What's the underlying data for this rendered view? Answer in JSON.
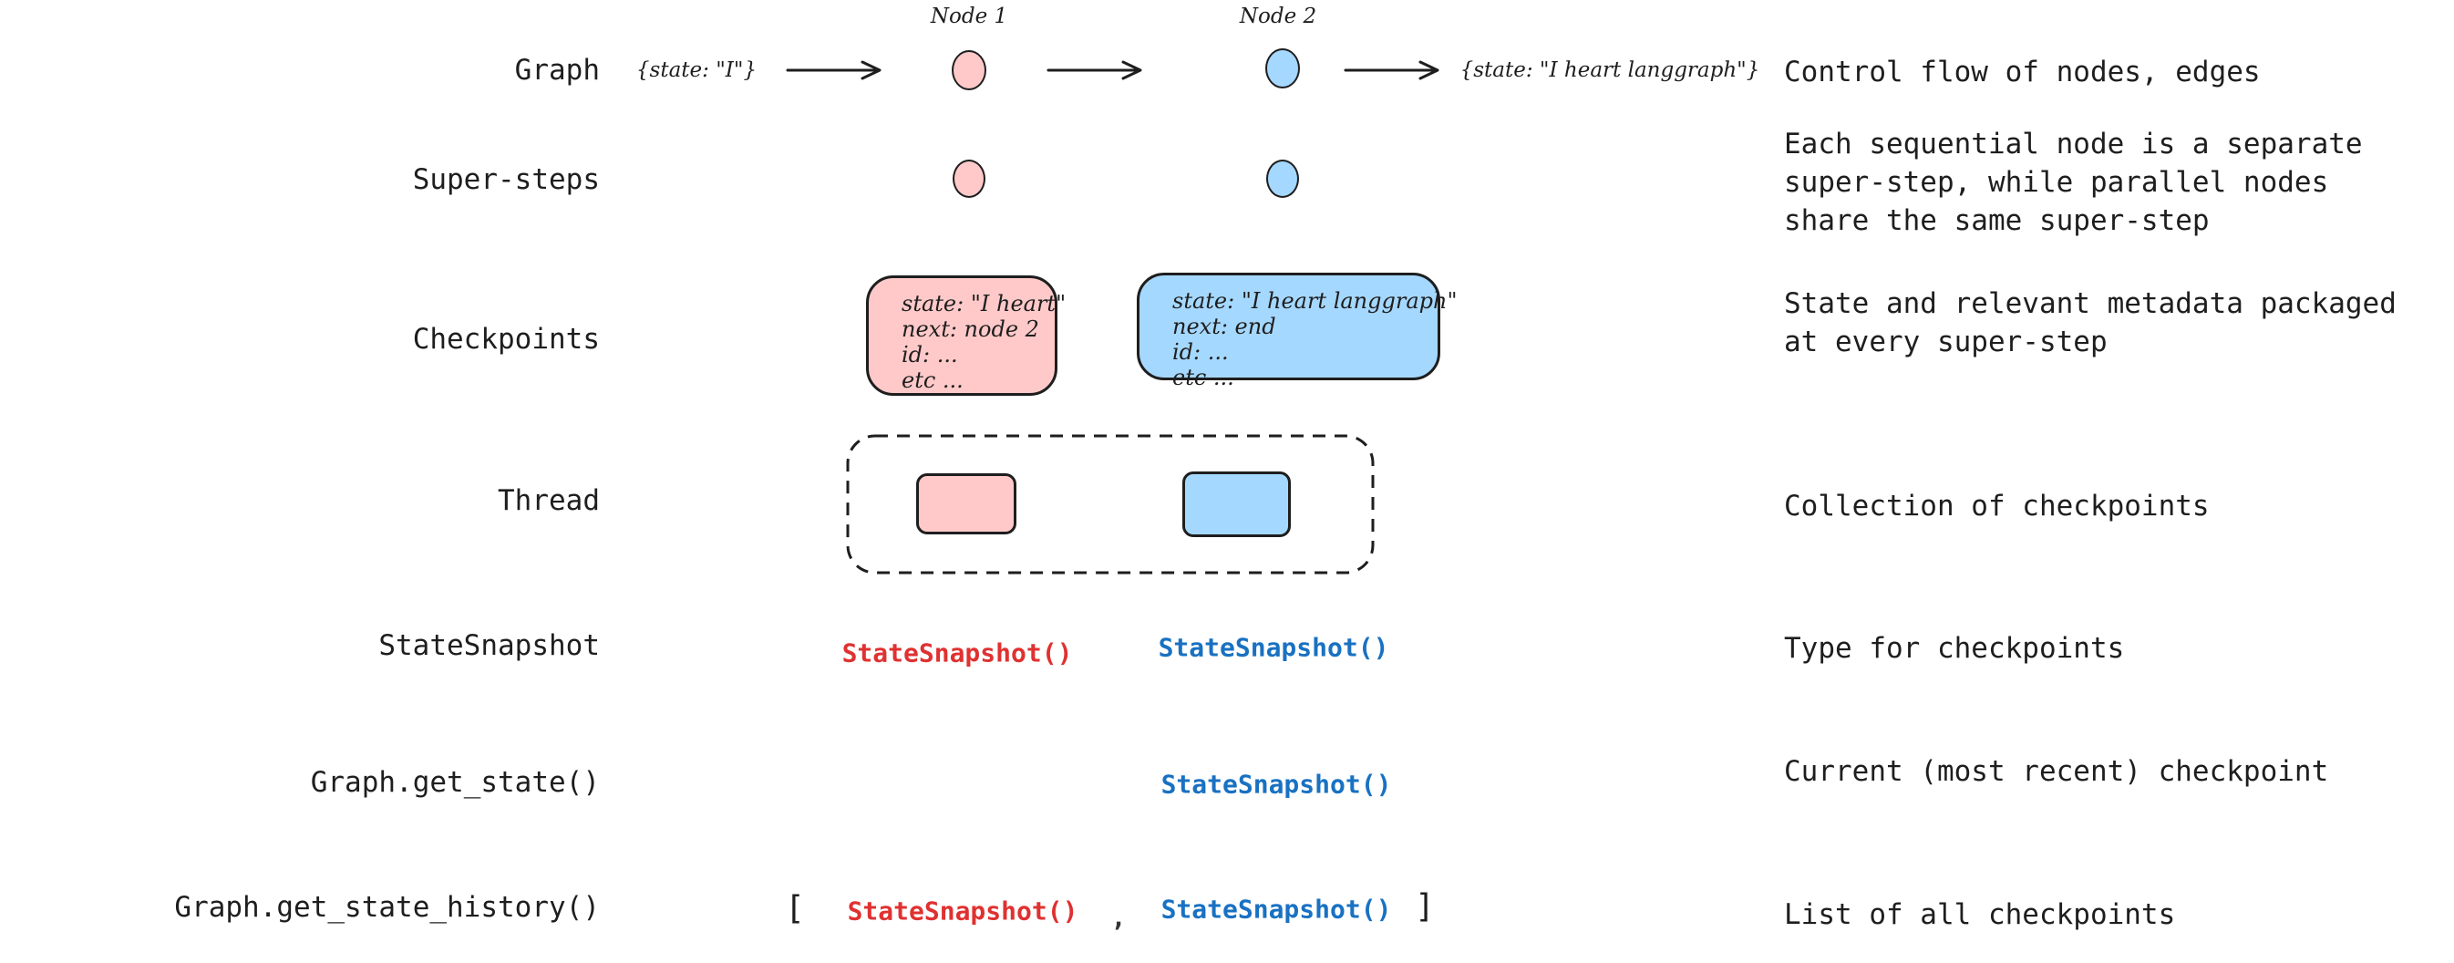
{
  "colors": {
    "node_pink": "#ffc9c9",
    "node_blue": "#a5d8ff",
    "stroke": "#1e1e1e",
    "snapshot_red": "#e03131",
    "snapshot_blue": "#1971c2"
  },
  "rows": {
    "graph": {
      "label": "Graph",
      "input_state": "{state: \"I\"}",
      "output_state": "{state: \"I heart langgraph\"}",
      "node1_label": "Node 1",
      "node2_label": "Node 2",
      "description": "Control flow of nodes, edges"
    },
    "super_steps": {
      "label": "Super-steps",
      "description_lines": [
        "Each sequential node is a separate",
        "super-step, while parallel nodes",
        "share the same super-step"
      ]
    },
    "checkpoints": {
      "label": "Checkpoints",
      "pink_box_lines": [
        "state: \"I heart\"",
        "next: node 2",
        "id: ...",
        "etc ..."
      ],
      "blue_box_lines": [
        "state: \"I heart langgraph\"",
        "next: end",
        "id: ...",
        "etc ..."
      ],
      "description_lines": [
        "State and relevant metadata packaged",
        "at every super-step"
      ]
    },
    "thread": {
      "label": "Thread",
      "description": "Collection of checkpoints"
    },
    "state_snapshot": {
      "label": "StateSnapshot",
      "red_call": "StateSnapshot()",
      "blue_call": "StateSnapshot()",
      "description": "Type for checkpoints"
    },
    "get_state": {
      "label": "Graph.get_state()",
      "blue_call": "StateSnapshot()",
      "description": "Current (most recent) checkpoint"
    },
    "get_state_history": {
      "label": "Graph.get_state_history()",
      "open_bracket": "[",
      "red_call": "StateSnapshot()",
      "comma": ",",
      "blue_call": "StateSnapshot()",
      "close_bracket": "]",
      "description": "List of all checkpoints"
    }
  }
}
